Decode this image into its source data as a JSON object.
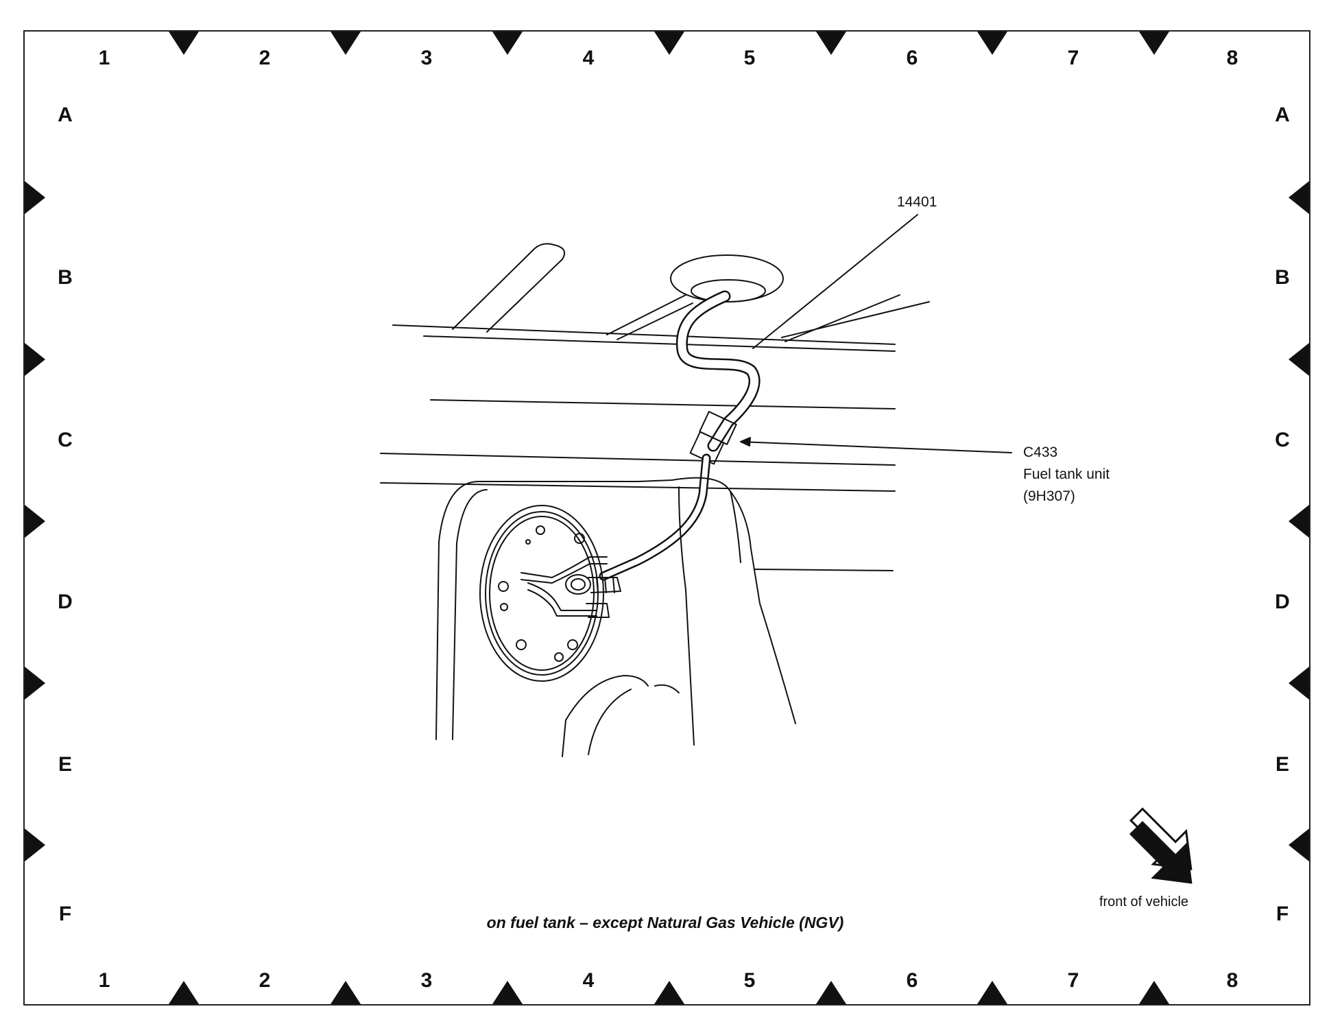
{
  "grid": {
    "columns": [
      "1",
      "2",
      "3",
      "4",
      "5",
      "6",
      "7",
      "8"
    ],
    "rows": [
      "A",
      "B",
      "C",
      "D",
      "E",
      "F"
    ]
  },
  "callouts": {
    "harness_number": "14401",
    "connector_id": "C433",
    "connector_name": "Fuel tank unit",
    "connector_part": "(9H307)"
  },
  "caption": "on fuel tank – except Natural Gas Vehicle (NGV)",
  "orientation": {
    "label": "front of vehicle",
    "icon": "arrow-down-right-icon"
  },
  "colors": {
    "ink": "#111111",
    "paper": "#ffffff"
  }
}
